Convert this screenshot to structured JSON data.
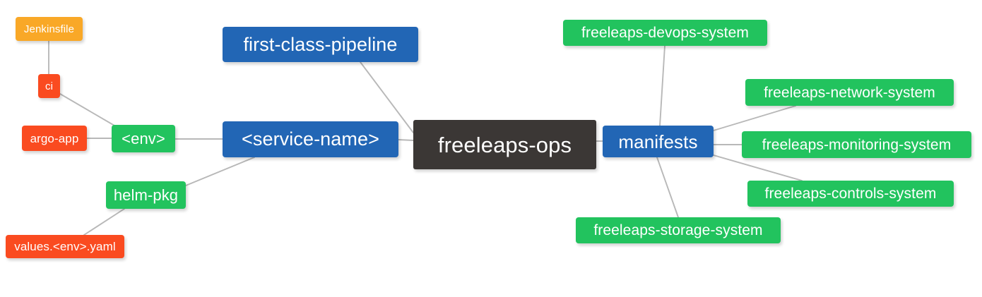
{
  "diagram": {
    "type": "mindmap",
    "background": "#ffffff",
    "edge_color": "#b8b8b8",
    "palette": {
      "root": "#3b3735",
      "blue": "#2266b5",
      "green": "#22c35e",
      "orange": "#f9a827",
      "red": "#fa4b20"
    },
    "nodes": [
      {
        "id": "root",
        "label": "freeleaps-ops",
        "color": "root"
      },
      {
        "id": "first_class",
        "label": "first-class-pipeline",
        "color": "blue"
      },
      {
        "id": "service_name",
        "label": "<service-name>",
        "color": "blue"
      },
      {
        "id": "manifests",
        "label": "manifests",
        "color": "blue"
      },
      {
        "id": "env",
        "label": "<env>",
        "color": "green"
      },
      {
        "id": "helm_pkg",
        "label": "helm-pkg",
        "color": "green"
      },
      {
        "id": "jenkinsfile",
        "label": "Jenkinsfile",
        "color": "orange"
      },
      {
        "id": "ci",
        "label": "ci",
        "color": "red"
      },
      {
        "id": "argo_app",
        "label": "argo-app",
        "color": "red"
      },
      {
        "id": "values_yaml",
        "label": "values.<env>.yaml",
        "color": "red"
      },
      {
        "id": "devops",
        "label": "freeleaps-devops-system",
        "color": "green"
      },
      {
        "id": "network",
        "label": "freeleaps-network-system",
        "color": "green"
      },
      {
        "id": "monitoring",
        "label": "freeleaps-monitoring-system",
        "color": "green"
      },
      {
        "id": "controls",
        "label": "freeleaps-controls-system",
        "color": "green"
      },
      {
        "id": "storage",
        "label": "freeleaps-storage-system",
        "color": "green"
      }
    ],
    "edges": [
      {
        "from": "root",
        "to": "first_class"
      },
      {
        "from": "root",
        "to": "service_name"
      },
      {
        "from": "root",
        "to": "manifests"
      },
      {
        "from": "service_name",
        "to": "env"
      },
      {
        "from": "service_name",
        "to": "helm_pkg"
      },
      {
        "from": "env",
        "to": "ci"
      },
      {
        "from": "env",
        "to": "argo_app"
      },
      {
        "from": "ci",
        "to": "jenkinsfile"
      },
      {
        "from": "helm_pkg",
        "to": "values_yaml"
      },
      {
        "from": "manifests",
        "to": "devops"
      },
      {
        "from": "manifests",
        "to": "network"
      },
      {
        "from": "manifests",
        "to": "monitoring"
      },
      {
        "from": "manifests",
        "to": "controls"
      },
      {
        "from": "manifests",
        "to": "storage"
      }
    ]
  }
}
